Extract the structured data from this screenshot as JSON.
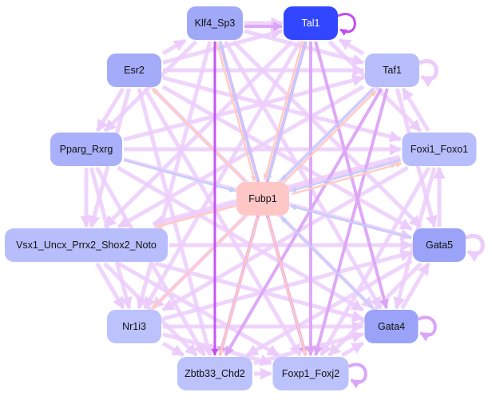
{
  "nodes": [
    {
      "id": "Klf4_Sp3",
      "label": "Klf4_Sp3",
      "color": "#a0a8f8",
      "text": "#111111"
    },
    {
      "id": "Tal1",
      "label": "Tal1",
      "color": "#3346ff",
      "text": "#ffffff"
    },
    {
      "id": "Esr2",
      "label": "Esr2",
      "color": "#a4abf8",
      "text": "#111111"
    },
    {
      "id": "Taf1",
      "label": "Taf1",
      "color": "#b8befc",
      "text": "#111111"
    },
    {
      "id": "Pparg_Rxrg",
      "label": "Pparg_Rxrg",
      "color": "#aab1fa",
      "text": "#111111"
    },
    {
      "id": "Foxi1_Foxo1",
      "label": "Foxi1_Foxo1",
      "color": "#b8befc",
      "text": "#111111"
    },
    {
      "id": "Fubp1",
      "label": "Fubp1",
      "color": "#ffc6c6",
      "text": "#111111"
    },
    {
      "id": "Vsx1",
      "label": "Vsx1_Uncx_Prrx2_Shox2_Noto",
      "color": "#b8befc",
      "text": "#111111"
    },
    {
      "id": "Gata5",
      "label": "Gata5",
      "color": "#9aa3f7",
      "text": "#111111"
    },
    {
      "id": "Nr1i3",
      "label": "Nr1i3",
      "color": "#bcc2fc",
      "text": "#111111"
    },
    {
      "id": "Gata4",
      "label": "Gata4",
      "color": "#9aa3f7",
      "text": "#111111"
    },
    {
      "id": "Zbtb33_Chd2",
      "label": "Zbtb33_Chd2",
      "color": "#bcc2fc",
      "text": "#111111"
    },
    {
      "id": "Foxp1_Foxj2",
      "label": "Foxp1_Foxj2",
      "color": "#bcc2fc",
      "text": "#111111"
    }
  ],
  "edge_colors": {
    "light": "#ecccfb",
    "medium": "#dca4f6",
    "dark": "#c24cf2",
    "blue": "#c4cefa",
    "pink": "#ffcabf"
  },
  "self_loops": [
    {
      "node": "Tal1",
      "style": "dark"
    },
    {
      "node": "Taf1",
      "style": "light"
    },
    {
      "node": "Gata5",
      "style": "light"
    },
    {
      "node": "Gata4",
      "style": "medium"
    },
    {
      "node": "Foxp1_Foxj2",
      "style": "medium"
    }
  ],
  "edges": [
    [
      "Tal1",
      "Fubp1",
      "blue"
    ],
    [
      "Tal1",
      "Fubp1",
      "pink"
    ],
    [
      "Klf4_Sp3",
      "Fubp1",
      "pink"
    ],
    [
      "Fubp1",
      "Klf4_Sp3",
      "blue"
    ],
    [
      "Fubp1",
      "Esr2",
      "pink"
    ],
    [
      "Taf1",
      "Fubp1",
      "blue"
    ],
    [
      "Fubp1",
      "Taf1",
      "pink"
    ],
    [
      "Foxi1_Foxo1",
      "Fubp1",
      "blue"
    ],
    [
      "Fubp1",
      "Foxi1_Foxo1",
      "pink"
    ],
    [
      "Pparg_Rxrg",
      "Fubp1",
      "blue"
    ],
    [
      "Gata5",
      "Fubp1",
      "blue"
    ],
    [
      "Gata4",
      "Fubp1",
      "blue"
    ],
    [
      "Fubp1",
      "Foxp1_Foxj2",
      "pink"
    ],
    [
      "Fubp1",
      "Zbtb33_Chd2",
      "pink"
    ],
    [
      "Fubp1",
      "Nr1i3",
      "pink"
    ],
    [
      "Fubp1",
      "Vsx1",
      "pink"
    ],
    [
      "Klf4_Sp3",
      "Tal1",
      "medium"
    ],
    [
      "Klf4_Sp3",
      "Tal1",
      "light"
    ],
    [
      "Esr2",
      "Klf4_Sp3",
      "light"
    ],
    [
      "Taf1",
      "Tal1",
      "light"
    ],
    [
      "Esr2",
      "Taf1",
      "light"
    ],
    [
      "Esr2",
      "Tal1",
      "light"
    ],
    [
      "Klf4_Sp3",
      "Taf1",
      "light"
    ],
    [
      "Esr2",
      "Pparg_Rxrg",
      "light"
    ],
    [
      "Pparg_Rxrg",
      "Vsx1",
      "light"
    ],
    [
      "Vsx1",
      "Nr1i3",
      "light"
    ],
    [
      "Nr1i3",
      "Zbtb33_Chd2",
      "light"
    ],
    [
      "Zbtb33_Chd2",
      "Foxp1_Foxj2",
      "light"
    ],
    [
      "Foxp1_Foxj2",
      "Gata4",
      "light"
    ],
    [
      "Gata4",
      "Gata5",
      "light"
    ],
    [
      "Gata5",
      "Foxi1_Foxo1",
      "light"
    ],
    [
      "Foxi1_Foxo1",
      "Taf1",
      "light"
    ],
    [
      "Esr2",
      "Foxi1_Foxo1",
      "light"
    ],
    [
      "Pparg_Rxrg",
      "Foxi1_Foxo1",
      "light"
    ],
    [
      "Vsx1",
      "Gata5",
      "light"
    ],
    [
      "Nr1i3",
      "Gata4",
      "light"
    ],
    [
      "Pparg_Rxrg",
      "Taf1",
      "light"
    ],
    [
      "Vsx1",
      "Foxi1_Foxo1",
      "light"
    ],
    [
      "Nr1i3",
      "Gata5",
      "light"
    ],
    [
      "Zbtb33_Chd2",
      "Gata4",
      "light"
    ],
    [
      "Klf4_Sp3",
      "Zbtb33_Chd2",
      "dark"
    ],
    [
      "Tal1",
      "Foxp1_Foxj2",
      "medium"
    ],
    [
      "Klf4_Sp3",
      "Foxp1_Foxj2",
      "medium"
    ],
    [
      "Tal1",
      "Zbtb33_Chd2",
      "medium"
    ],
    [
      "Esr2",
      "Gata4",
      "light"
    ],
    [
      "Taf1",
      "Nr1i3",
      "light"
    ],
    [
      "Esr2",
      "Foxp1_Foxj2",
      "light"
    ],
    [
      "Taf1",
      "Zbtb33_Chd2",
      "medium"
    ],
    [
      "Pparg_Rxrg",
      "Gata4",
      "light"
    ],
    [
      "Foxi1_Foxo1",
      "Nr1i3",
      "light"
    ],
    [
      "Pparg_Rxrg",
      "Gata5",
      "light"
    ],
    [
      "Foxi1_Foxo1",
      "Vsx1",
      "light"
    ],
    [
      "Klf4_Sp3",
      "Gata4",
      "light"
    ],
    [
      "Tal1",
      "Nr1i3",
      "light"
    ],
    [
      "Klf4_Sp3",
      "Gata5",
      "light"
    ],
    [
      "Tal1",
      "Vsx1",
      "light"
    ],
    [
      "Klf4_Sp3",
      "Pparg_Rxrg",
      "light"
    ],
    [
      "Tal1",
      "Foxi1_Foxo1",
      "light"
    ],
    [
      "Esr2",
      "Vsx1",
      "light"
    ],
    [
      "Taf1",
      "Gata5",
      "light"
    ],
    [
      "Esr2",
      "Zbtb33_Chd2",
      "light"
    ],
    [
      "Taf1",
      "Foxp1_Foxj2",
      "medium"
    ],
    [
      "Vsx1",
      "Zbtb33_Chd2",
      "light"
    ],
    [
      "Gata5",
      "Foxp1_Foxj2",
      "light"
    ],
    [
      "Pparg_Rxrg",
      "Nr1i3",
      "light"
    ],
    [
      "Foxi1_Foxo1",
      "Gata4",
      "light"
    ],
    [
      "Vsx1",
      "Gata4",
      "light"
    ],
    [
      "Nr1i3",
      "Foxp1_Foxj2",
      "light"
    ],
    [
      "Klf4_Sp3",
      "Nr1i3",
      "light"
    ],
    [
      "Tal1",
      "Gata4",
      "medium"
    ],
    [
      "Pparg_Rxrg",
      "Zbtb33_Chd2",
      "light"
    ],
    [
      "Foxi1_Foxo1",
      "Foxp1_Foxj2",
      "light"
    ],
    [
      "Esr2",
      "Gata5",
      "light"
    ],
    [
      "Taf1",
      "Vsx1",
      "light"
    ],
    [
      "Gata5",
      "Zbtb33_Chd2",
      "light"
    ],
    [
      "Vsx1",
      "Foxp1_Foxj2",
      "light"
    ]
  ]
}
